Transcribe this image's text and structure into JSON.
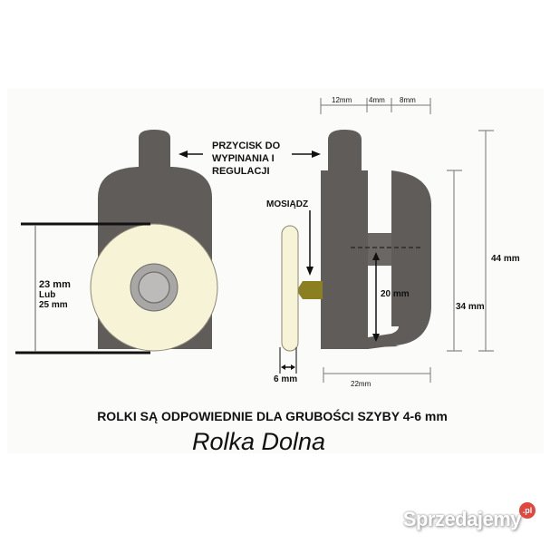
{
  "diagram": {
    "title": "Rolka Dolna",
    "subtitle": "ROLKI SĄ ODPOWIEDNIE DLA GRUBOŚCI SZYBY 4-6 mm",
    "front_view": {
      "height_label_1": "23 mm",
      "height_label_or": "Lub",
      "height_label_2": "25 mm"
    },
    "callouts": {
      "button_line1": "PRZYCISK DO",
      "button_line2": "WYPINANIA I",
      "button_line3": "REGULACJI",
      "brass": "MOSIĄDZ"
    },
    "side_view": {
      "dim_top_1": "12mm",
      "dim_top_2": "4mm",
      "dim_top_3": "8mm",
      "dim_total_height": "44 mm",
      "dim_body_height": "34 mm",
      "dim_slot": "20 mm",
      "dim_wheel_thickness": "6 mm",
      "dim_body_width": "22mm"
    },
    "colors": {
      "body": "#5f5c5a",
      "wheel": "#f6f3d6",
      "hub": "#a9a6a6",
      "brass": "#8c7f22",
      "dim_line": "#8a8a8a"
    }
  },
  "watermark": {
    "text": "Sprzedajemy",
    "badge": ".pl"
  }
}
